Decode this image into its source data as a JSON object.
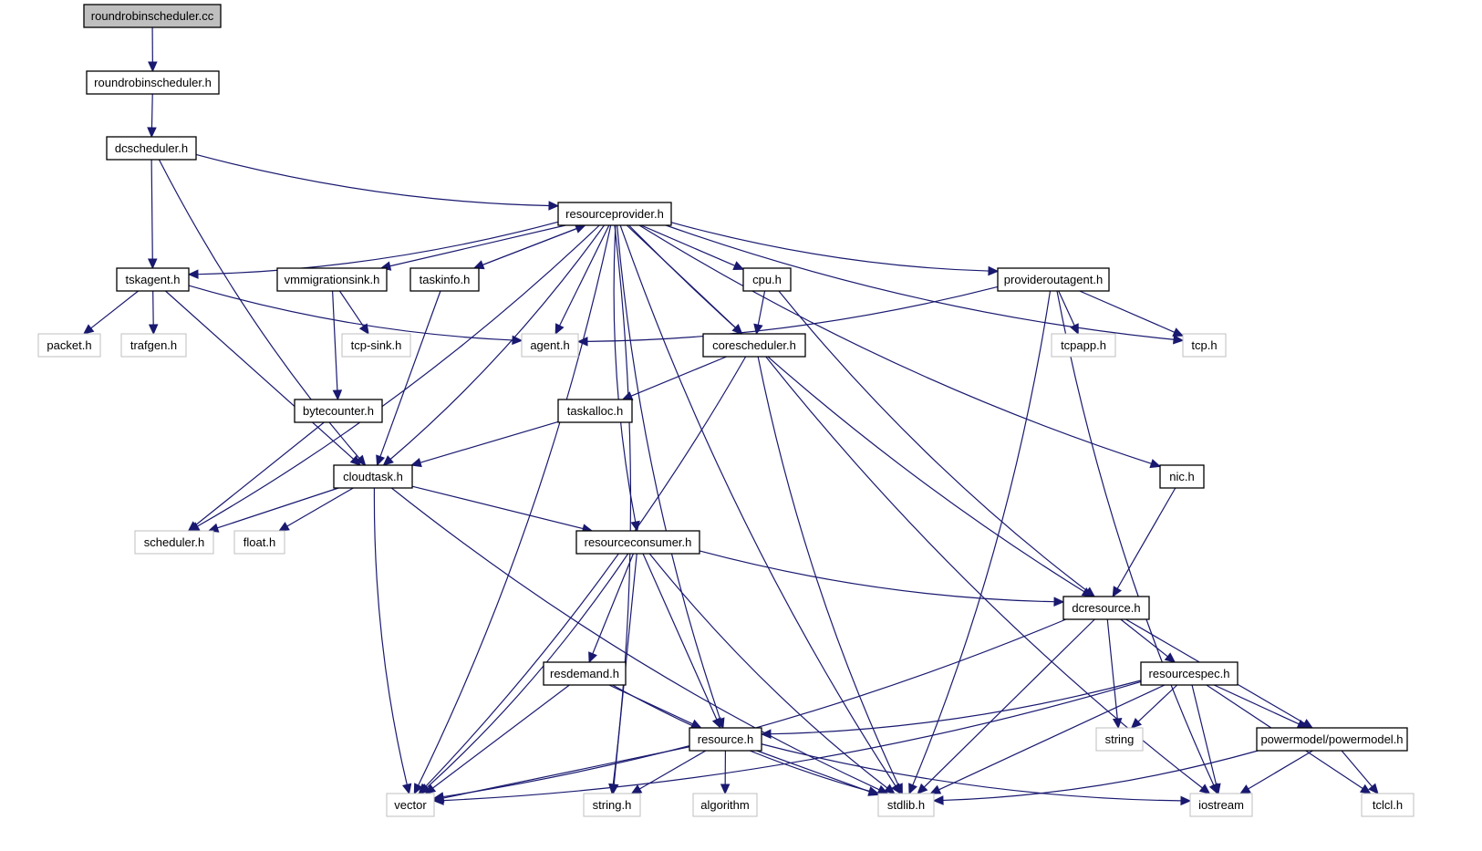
{
  "diagram": {
    "type": "include-dependency-graph",
    "colors": {
      "edge": "#191970",
      "root_fill": "#bfbfbf",
      "external_border": "#bfbfbf",
      "node_border": "#000000"
    },
    "nodes": [
      {
        "id": "roundrobinscheduler_cc",
        "label": "roundrobinscheduler.cc",
        "kind": "root"
      },
      {
        "id": "roundrobinscheduler_h",
        "label": "roundrobinscheduler.h",
        "kind": "internal"
      },
      {
        "id": "dcscheduler_h",
        "label": "dcscheduler.h",
        "kind": "internal"
      },
      {
        "id": "resourceprovider_h",
        "label": "resourceprovider.h",
        "kind": "internal"
      },
      {
        "id": "tskagent_h",
        "label": "tskagent.h",
        "kind": "internal"
      },
      {
        "id": "vmmigrationsink_h",
        "label": "vmmigrationsink.h",
        "kind": "internal"
      },
      {
        "id": "taskinfo_h",
        "label": "taskinfo.h",
        "kind": "internal"
      },
      {
        "id": "cpu_h",
        "label": "cpu.h",
        "kind": "internal"
      },
      {
        "id": "provideroutagent_h",
        "label": "provideroutagent.h",
        "kind": "internal"
      },
      {
        "id": "packet_h",
        "label": "packet.h",
        "kind": "external"
      },
      {
        "id": "trafgen_h",
        "label": "trafgen.h",
        "kind": "external"
      },
      {
        "id": "tcp_sink_h",
        "label": "tcp-sink.h",
        "kind": "external"
      },
      {
        "id": "agent_h",
        "label": "agent.h",
        "kind": "external"
      },
      {
        "id": "corescheduler_h",
        "label": "corescheduler.h",
        "kind": "internal"
      },
      {
        "id": "tcpapp_h",
        "label": "tcpapp.h",
        "kind": "external"
      },
      {
        "id": "tcp_h",
        "label": "tcp.h",
        "kind": "external"
      },
      {
        "id": "bytecounter_h",
        "label": "bytecounter.h",
        "kind": "internal"
      },
      {
        "id": "taskalloc_h",
        "label": "taskalloc.h",
        "kind": "internal"
      },
      {
        "id": "cloudtask_h",
        "label": "cloudtask.h",
        "kind": "internal"
      },
      {
        "id": "nic_h",
        "label": "nic.h",
        "kind": "internal"
      },
      {
        "id": "scheduler_h",
        "label": "scheduler.h",
        "kind": "external"
      },
      {
        "id": "float_h",
        "label": "float.h",
        "kind": "external"
      },
      {
        "id": "resourceconsumer_h",
        "label": "resourceconsumer.h",
        "kind": "internal"
      },
      {
        "id": "dcresource_h",
        "label": "dcresource.h",
        "kind": "internal"
      },
      {
        "id": "resdemand_h",
        "label": "resdemand.h",
        "kind": "internal"
      },
      {
        "id": "resourcespec_h",
        "label": "resourcespec.h",
        "kind": "internal"
      },
      {
        "id": "resource_h",
        "label": "resource.h",
        "kind": "internal"
      },
      {
        "id": "string",
        "label": "string",
        "kind": "external"
      },
      {
        "id": "powermodel_h",
        "label": "powermodel/powermodel.h",
        "kind": "internal"
      },
      {
        "id": "vector",
        "label": "vector",
        "kind": "external"
      },
      {
        "id": "string_h",
        "label": "string.h",
        "kind": "external"
      },
      {
        "id": "algorithm",
        "label": "algorithm",
        "kind": "external"
      },
      {
        "id": "stdlib_h",
        "label": "stdlib.h",
        "kind": "external"
      },
      {
        "id": "iostream",
        "label": "iostream",
        "kind": "external"
      },
      {
        "id": "tclcl_h",
        "label": "tclcl.h",
        "kind": "external"
      }
    ],
    "edges": [
      {
        "from": "roundrobinscheduler_cc",
        "to": "roundrobinscheduler_h"
      },
      {
        "from": "roundrobinscheduler_h",
        "to": "dcscheduler_h"
      },
      {
        "from": "dcscheduler_h",
        "to": "resourceprovider_h"
      },
      {
        "from": "dcscheduler_h",
        "to": "tskagent_h"
      },
      {
        "from": "dcscheduler_h",
        "to": "cloudtask_h"
      },
      {
        "from": "resourceprovider_h",
        "to": "tskagent_h"
      },
      {
        "from": "resourceprovider_h",
        "to": "vmmigrationsink_h"
      },
      {
        "from": "resourceprovider_h",
        "to": "taskinfo_h"
      },
      {
        "from": "taskinfo_h",
        "to": "resourceprovider_h"
      },
      {
        "from": "resourceprovider_h",
        "to": "cpu_h"
      },
      {
        "from": "resourceprovider_h",
        "to": "provideroutagent_h"
      },
      {
        "from": "resourceprovider_h",
        "to": "agent_h"
      },
      {
        "from": "resourceprovider_h",
        "to": "corescheduler_h"
      },
      {
        "from": "resourceprovider_h",
        "to": "tcp_h"
      },
      {
        "from": "resourceprovider_h",
        "to": "nic_h"
      },
      {
        "from": "resourceprovider_h",
        "to": "cloudtask_h"
      },
      {
        "from": "resourceprovider_h",
        "to": "scheduler_h"
      },
      {
        "from": "resourceprovider_h",
        "to": "resourceconsumer_h"
      },
      {
        "from": "resourceprovider_h",
        "to": "dcresource_h"
      },
      {
        "from": "resourceprovider_h",
        "to": "resource_h"
      },
      {
        "from": "resourceprovider_h",
        "to": "vector"
      },
      {
        "from": "resourceprovider_h",
        "to": "string_h"
      },
      {
        "from": "resourceprovider_h",
        "to": "stdlib_h"
      },
      {
        "from": "tskagent_h",
        "to": "packet_h"
      },
      {
        "from": "tskagent_h",
        "to": "trafgen_h"
      },
      {
        "from": "tskagent_h",
        "to": "agent_h"
      },
      {
        "from": "tskagent_h",
        "to": "cloudtask_h"
      },
      {
        "from": "vmmigrationsink_h",
        "to": "tcp_sink_h"
      },
      {
        "from": "vmmigrationsink_h",
        "to": "bytecounter_h"
      },
      {
        "from": "taskinfo_h",
        "to": "cloudtask_h"
      },
      {
        "from": "cpu_h",
        "to": "corescheduler_h"
      },
      {
        "from": "cpu_h",
        "to": "dcresource_h"
      },
      {
        "from": "provideroutagent_h",
        "to": "agent_h"
      },
      {
        "from": "provideroutagent_h",
        "to": "tcpapp_h"
      },
      {
        "from": "provideroutagent_h",
        "to": "tcp_h"
      },
      {
        "from": "provideroutagent_h",
        "to": "stdlib_h"
      },
      {
        "from": "provideroutagent_h",
        "to": "iostream"
      },
      {
        "from": "corescheduler_h",
        "to": "taskalloc_h"
      },
      {
        "from": "corescheduler_h",
        "to": "vector"
      },
      {
        "from": "corescheduler_h",
        "to": "stdlib_h"
      },
      {
        "from": "corescheduler_h",
        "to": "iostream"
      },
      {
        "from": "bytecounter_h",
        "to": "scheduler_h"
      },
      {
        "from": "taskalloc_h",
        "to": "cloudtask_h"
      },
      {
        "from": "cloudtask_h",
        "to": "scheduler_h"
      },
      {
        "from": "cloudtask_h",
        "to": "float_h"
      },
      {
        "from": "cloudtask_h",
        "to": "resourceconsumer_h"
      },
      {
        "from": "cloudtask_h",
        "to": "vector"
      },
      {
        "from": "cloudtask_h",
        "to": "stdlib_h"
      },
      {
        "from": "nic_h",
        "to": "dcresource_h"
      },
      {
        "from": "resourceconsumer_h",
        "to": "dcresource_h"
      },
      {
        "from": "resourceconsumer_h",
        "to": "resdemand_h"
      },
      {
        "from": "resourceconsumer_h",
        "to": "resource_h"
      },
      {
        "from": "resourceconsumer_h",
        "to": "vector"
      },
      {
        "from": "resourceconsumer_h",
        "to": "string_h"
      },
      {
        "from": "resourceconsumer_h",
        "to": "stdlib_h"
      },
      {
        "from": "dcresource_h",
        "to": "resourcespec_h"
      },
      {
        "from": "dcresource_h",
        "to": "string"
      },
      {
        "from": "dcresource_h",
        "to": "powermodel_h"
      },
      {
        "from": "dcresource_h",
        "to": "vector"
      },
      {
        "from": "dcresource_h",
        "to": "stdlib_h"
      },
      {
        "from": "resdemand_h",
        "to": "resource_h"
      },
      {
        "from": "resdemand_h",
        "to": "vector"
      },
      {
        "from": "resdemand_h",
        "to": "stdlib_h"
      },
      {
        "from": "resourcespec_h",
        "to": "resource_h"
      },
      {
        "from": "resourcespec_h",
        "to": "string"
      },
      {
        "from": "resourcespec_h",
        "to": "powermodel_h"
      },
      {
        "from": "resourcespec_h",
        "to": "vector"
      },
      {
        "from": "resourcespec_h",
        "to": "stdlib_h"
      },
      {
        "from": "resourcespec_h",
        "to": "iostream"
      },
      {
        "from": "resourcespec_h",
        "to": "tclcl_h"
      },
      {
        "from": "resource_h",
        "to": "vector"
      },
      {
        "from": "resource_h",
        "to": "string_h"
      },
      {
        "from": "resource_h",
        "to": "algorithm"
      },
      {
        "from": "resource_h",
        "to": "stdlib_h"
      },
      {
        "from": "resource_h",
        "to": "iostream"
      },
      {
        "from": "powermodel_h",
        "to": "stdlib_h"
      },
      {
        "from": "powermodel_h",
        "to": "iostream"
      },
      {
        "from": "powermodel_h",
        "to": "tclcl_h"
      }
    ]
  }
}
